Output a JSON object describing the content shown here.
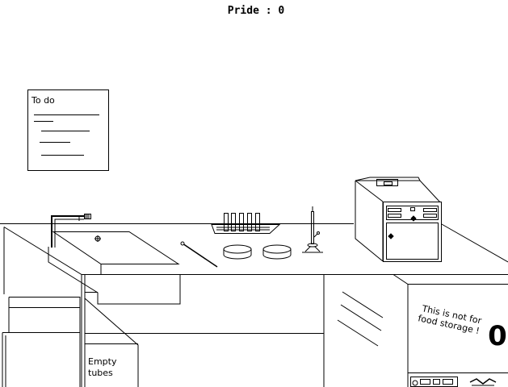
{
  "hud": {
    "pride_label": "Pride : 0"
  },
  "todo_note": {
    "title": "To do"
  },
  "drawer": {
    "label_line1": "Empty",
    "label_line2": "tubes"
  },
  "fridge": {
    "sign_line1": "This is not for",
    "sign_line2": "food storage !",
    "readout": "0"
  },
  "colors": {
    "line": "#000000",
    "background": "#ffffff"
  }
}
